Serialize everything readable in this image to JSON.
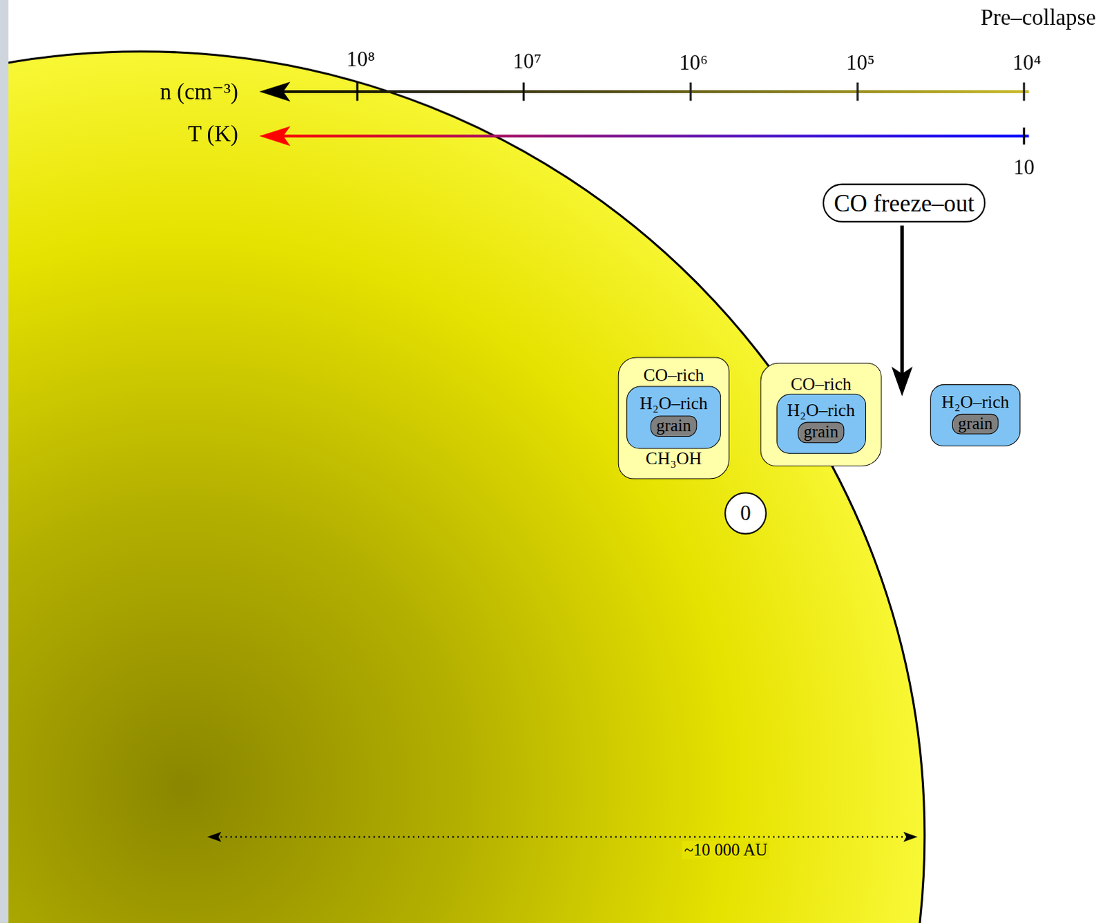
{
  "diagram": {
    "nodes": [
      {
        "text": [
          "CO freeze–out"
        ]
      },
      {
        "text": [
          "CO–rich",
          "CH₃OH"
        ]
      },
      {
        "text": [
          "H₂O–rich"
        ],
        "in": 1
      },
      {
        "text": [
          "grain"
        ],
        "in": 2
      },
      {
        "text": [
          "CO–rich"
        ]
      },
      {
        "text": [
          "H₂O–rich"
        ],
        "in": 4
      },
      {
        "text": [
          "grain"
        ],
        "in": 5
      },
      {
        "text": [
          "H₂O–rich"
        ]
      },
      {
        "text": [
          "grain"
        ],
        "in": 7
      },
      {
        "text": [
          "0"
        ]
      }
    ],
    "labels": [
      "Pre–collapse",
      "n (cm⁻³)",
      "T (K)",
      "10⁸",
      "10⁷",
      "10⁶",
      "10⁵",
      "10⁴",
      "10",
      "~10 000 AU"
    ]
  }
}
